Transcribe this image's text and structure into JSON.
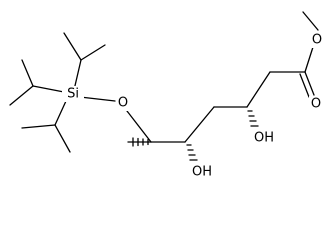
{
  "structure": {
    "atoms": {
      "si": "Si",
      "ether_oxygen": "O",
      "hydroxyl_c5": "OH",
      "hydroxyl_c3": "OH",
      "ester_oxygen_single": "O",
      "ester_oxygen_double": "O"
    }
  },
  "colors": {
    "bond": "#000000",
    "text": "#000000",
    "background": "#ffffff"
  }
}
